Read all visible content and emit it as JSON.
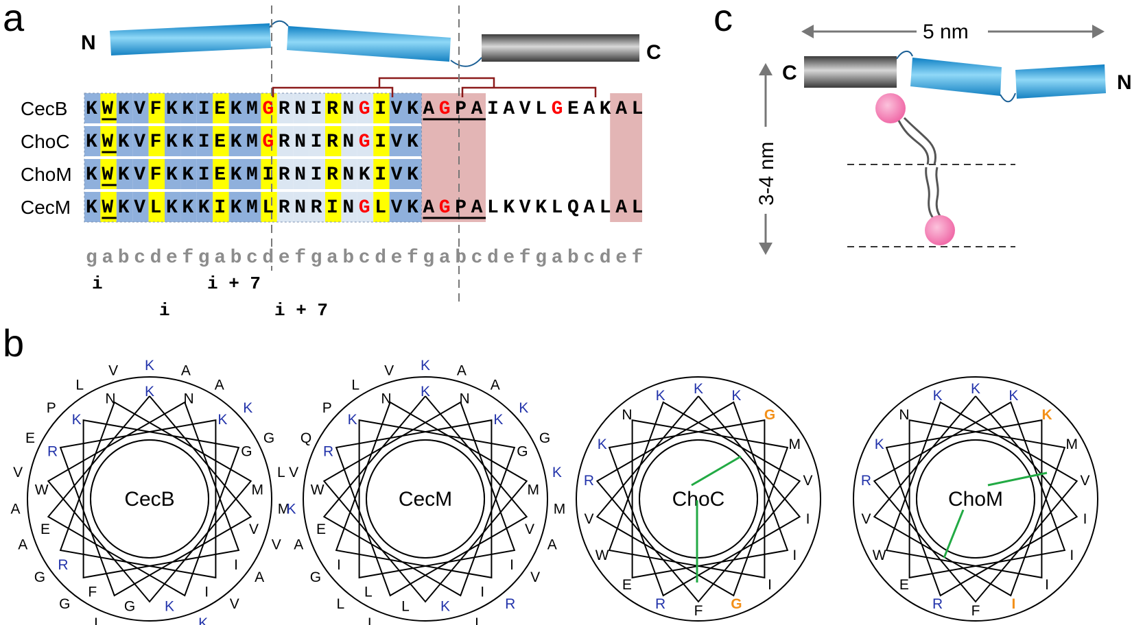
{
  "panels": {
    "a": "a",
    "b": "b",
    "c": "c"
  },
  "colors": {
    "hydrophobic_a_d": "#ffff00",
    "hydrophilic": "#8fb0dc",
    "light_blue": "#dbe6f2",
    "pink": "#e3b5b5",
    "glycine": "#ff0000",
    "lysine_blue": "#2233aa",
    "highlight_orange": "#f39019",
    "green_line": "#22aa44",
    "bracket": "#8b1a1a"
  },
  "panel_a": {
    "n_terminus": "N",
    "c_terminus": "C",
    "rows": [
      {
        "name": "CecB",
        "sequence": "KWKVFKKIEKMGRNIRNGIVKAGPAIAVLGEAKAL"
      },
      {
        "name": "ChoC",
        "sequence": "KWKVFKKIEKMGRNIRNGIVK"
      },
      {
        "name": "ChoM",
        "sequence": "KWKVFKKIEKMIRNIRNKIVK"
      },
      {
        "name": "CecM",
        "sequence": "KWKVLKKKIKMLRNRINGLVKAGPALKVKLQALAL"
      }
    ],
    "heptad": "gabcdefgabcdefgabcdefgabcdefgabcdef",
    "index_row1": [
      "i",
      "i + 7"
    ],
    "index_row2": [
      "i",
      "i + 7"
    ]
  },
  "panel_b": {
    "wheels": [
      {
        "center": "CecB",
        "outer": [
          "K",
          "A",
          "A",
          "K",
          "G",
          "L",
          "M",
          "V",
          "A",
          "V",
          "K",
          "I",
          "I",
          "I",
          "G",
          "G",
          "A",
          "A",
          "V",
          "E",
          "P",
          "L",
          "V"
        ],
        "inner": [
          "K",
          "N",
          "K",
          "G",
          "M",
          "V",
          "I",
          "I",
          "K",
          "G",
          "F",
          "R",
          "E",
          "W",
          "R",
          "K",
          "N"
        ]
      },
      {
        "center": "CecM",
        "outer": [
          "K",
          "A",
          "A",
          "K",
          "G",
          "K",
          "M",
          "A",
          "V",
          "R",
          "L",
          "L",
          "L",
          "L",
          "L",
          "G",
          "A",
          "K",
          "V",
          "Q",
          "P",
          "L",
          "V"
        ],
        "inner": [
          "K",
          "N",
          "K",
          "G",
          "M",
          "V",
          "I",
          "I",
          "K",
          "L",
          "L",
          "I",
          "E",
          "W",
          "R",
          "K",
          "N"
        ]
      },
      {
        "center": "ChoC",
        "outer": [
          "K",
          "K",
          "G",
          "M",
          "V",
          "I",
          "I",
          "I",
          "G",
          "F",
          "R",
          "E",
          "W",
          "V",
          "R",
          "K",
          "N",
          "K"
        ],
        "inner": []
      },
      {
        "center": "ChoM",
        "outer": [
          "K",
          "K",
          "K",
          "M",
          "V",
          "I",
          "I",
          "I",
          "I",
          "F",
          "R",
          "E",
          "W",
          "V",
          "R",
          "K",
          "N",
          "K"
        ],
        "inner": []
      }
    ]
  },
  "panel_c": {
    "width_label": "5 nm",
    "height_label": "3-4 nm",
    "c_terminus": "C",
    "n_terminus": "N"
  }
}
